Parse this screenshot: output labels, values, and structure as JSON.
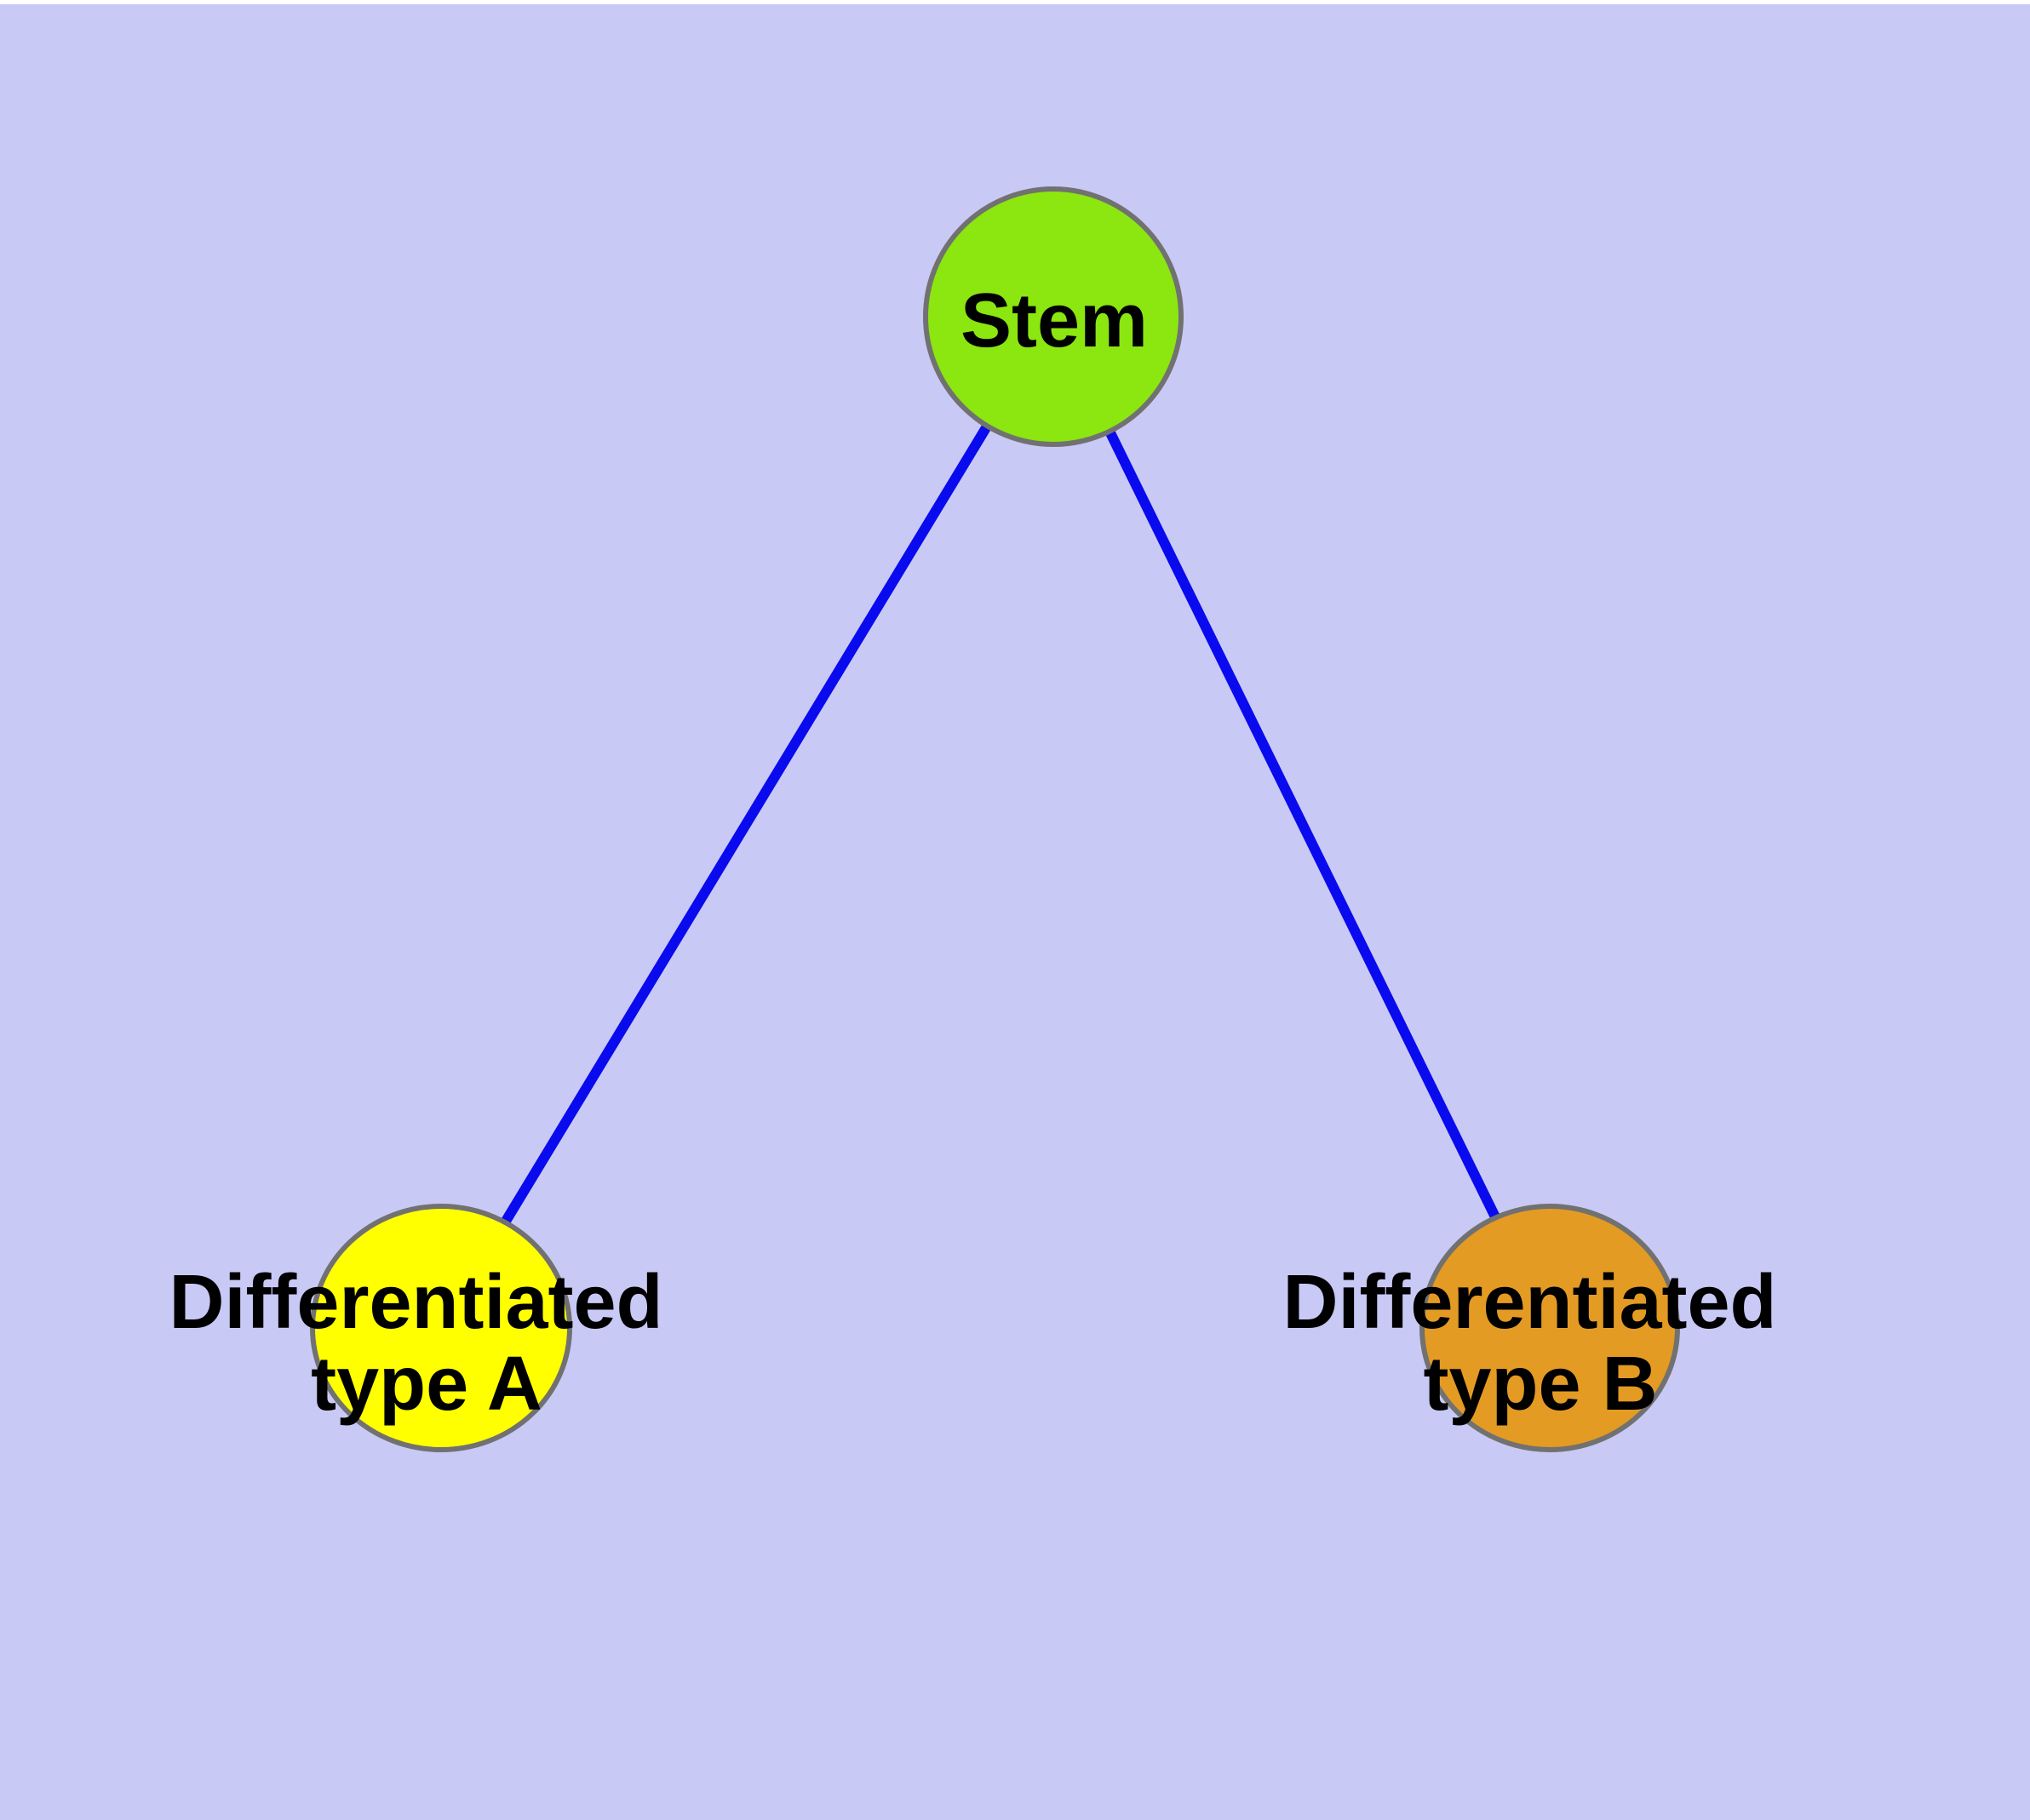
{
  "diagram": {
    "background_color": "#C9C9F6",
    "top_strip_color": "#FFFFFF",
    "edge_color": "#0A0AEE",
    "node_border_color": "#717171",
    "text_color": "#000000",
    "nodes": {
      "stem": {
        "label": "Stem",
        "fill": "#8CE60F"
      },
      "type_a": {
        "label_line1": "Differentiated",
        "label_line2": "type A",
        "fill": "#FFFF00"
      },
      "type_b": {
        "label_line1": "Differentiated",
        "label_line2": "type B",
        "fill": "#E49B23"
      }
    },
    "edges": [
      {
        "from": "Stem",
        "to": "Differentiated type A"
      },
      {
        "from": "Stem",
        "to": "Differentiated type B"
      }
    ]
  }
}
